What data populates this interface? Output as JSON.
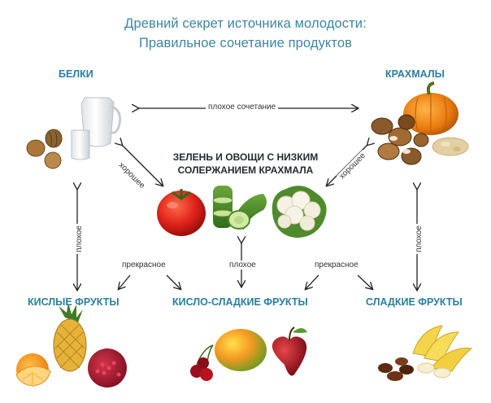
{
  "header": {
    "title_line1": "Древний секрет источника молодости:",
    "title_line2": "Правильное сочетание продуктов"
  },
  "groups": {
    "proteins": "БЕЛКИ",
    "starches": "КРАХМАЛЫ",
    "greens_line1": "ЗЕЛЕНЬ И ОВОЩИ С НИЗКИМ",
    "greens_line2": "СОЛЕРЖАНИЕМ КРАХМАЛА",
    "sour_fruits": "КИСЛЫЕ ФРУКТЫ",
    "semi_sweet_fruits": "КИСЛО-СЛАДКИЕ ФРУКТЫ",
    "sweet_fruits": "СЛАДКИЕ ФРУКТЫ"
  },
  "relations": {
    "proteins_starches": "плохое сочетание",
    "proteins_greens": "хорошее",
    "starches_greens": "хорошее",
    "proteins_sour": "плохое",
    "starches_sweet": "плохое",
    "greens_semi": "плохое",
    "sour_semi_left": "прекрасное",
    "semi_sweet_right": "прекрасное"
  },
  "colors": {
    "title": "#3b86a4",
    "heading": "#2a7e9e",
    "arrow": "#222222"
  },
  "icons": [
    "milk-jug-icon",
    "nuts-icon",
    "pumpkin-icon",
    "tomato-icon",
    "cucumber-icon",
    "cauliflower-icon",
    "pineapple-icon",
    "orange-icon",
    "pomegranate-icon",
    "mango-icon",
    "apple-icon",
    "cherry-icon",
    "banana-icon",
    "dates-icon"
  ]
}
